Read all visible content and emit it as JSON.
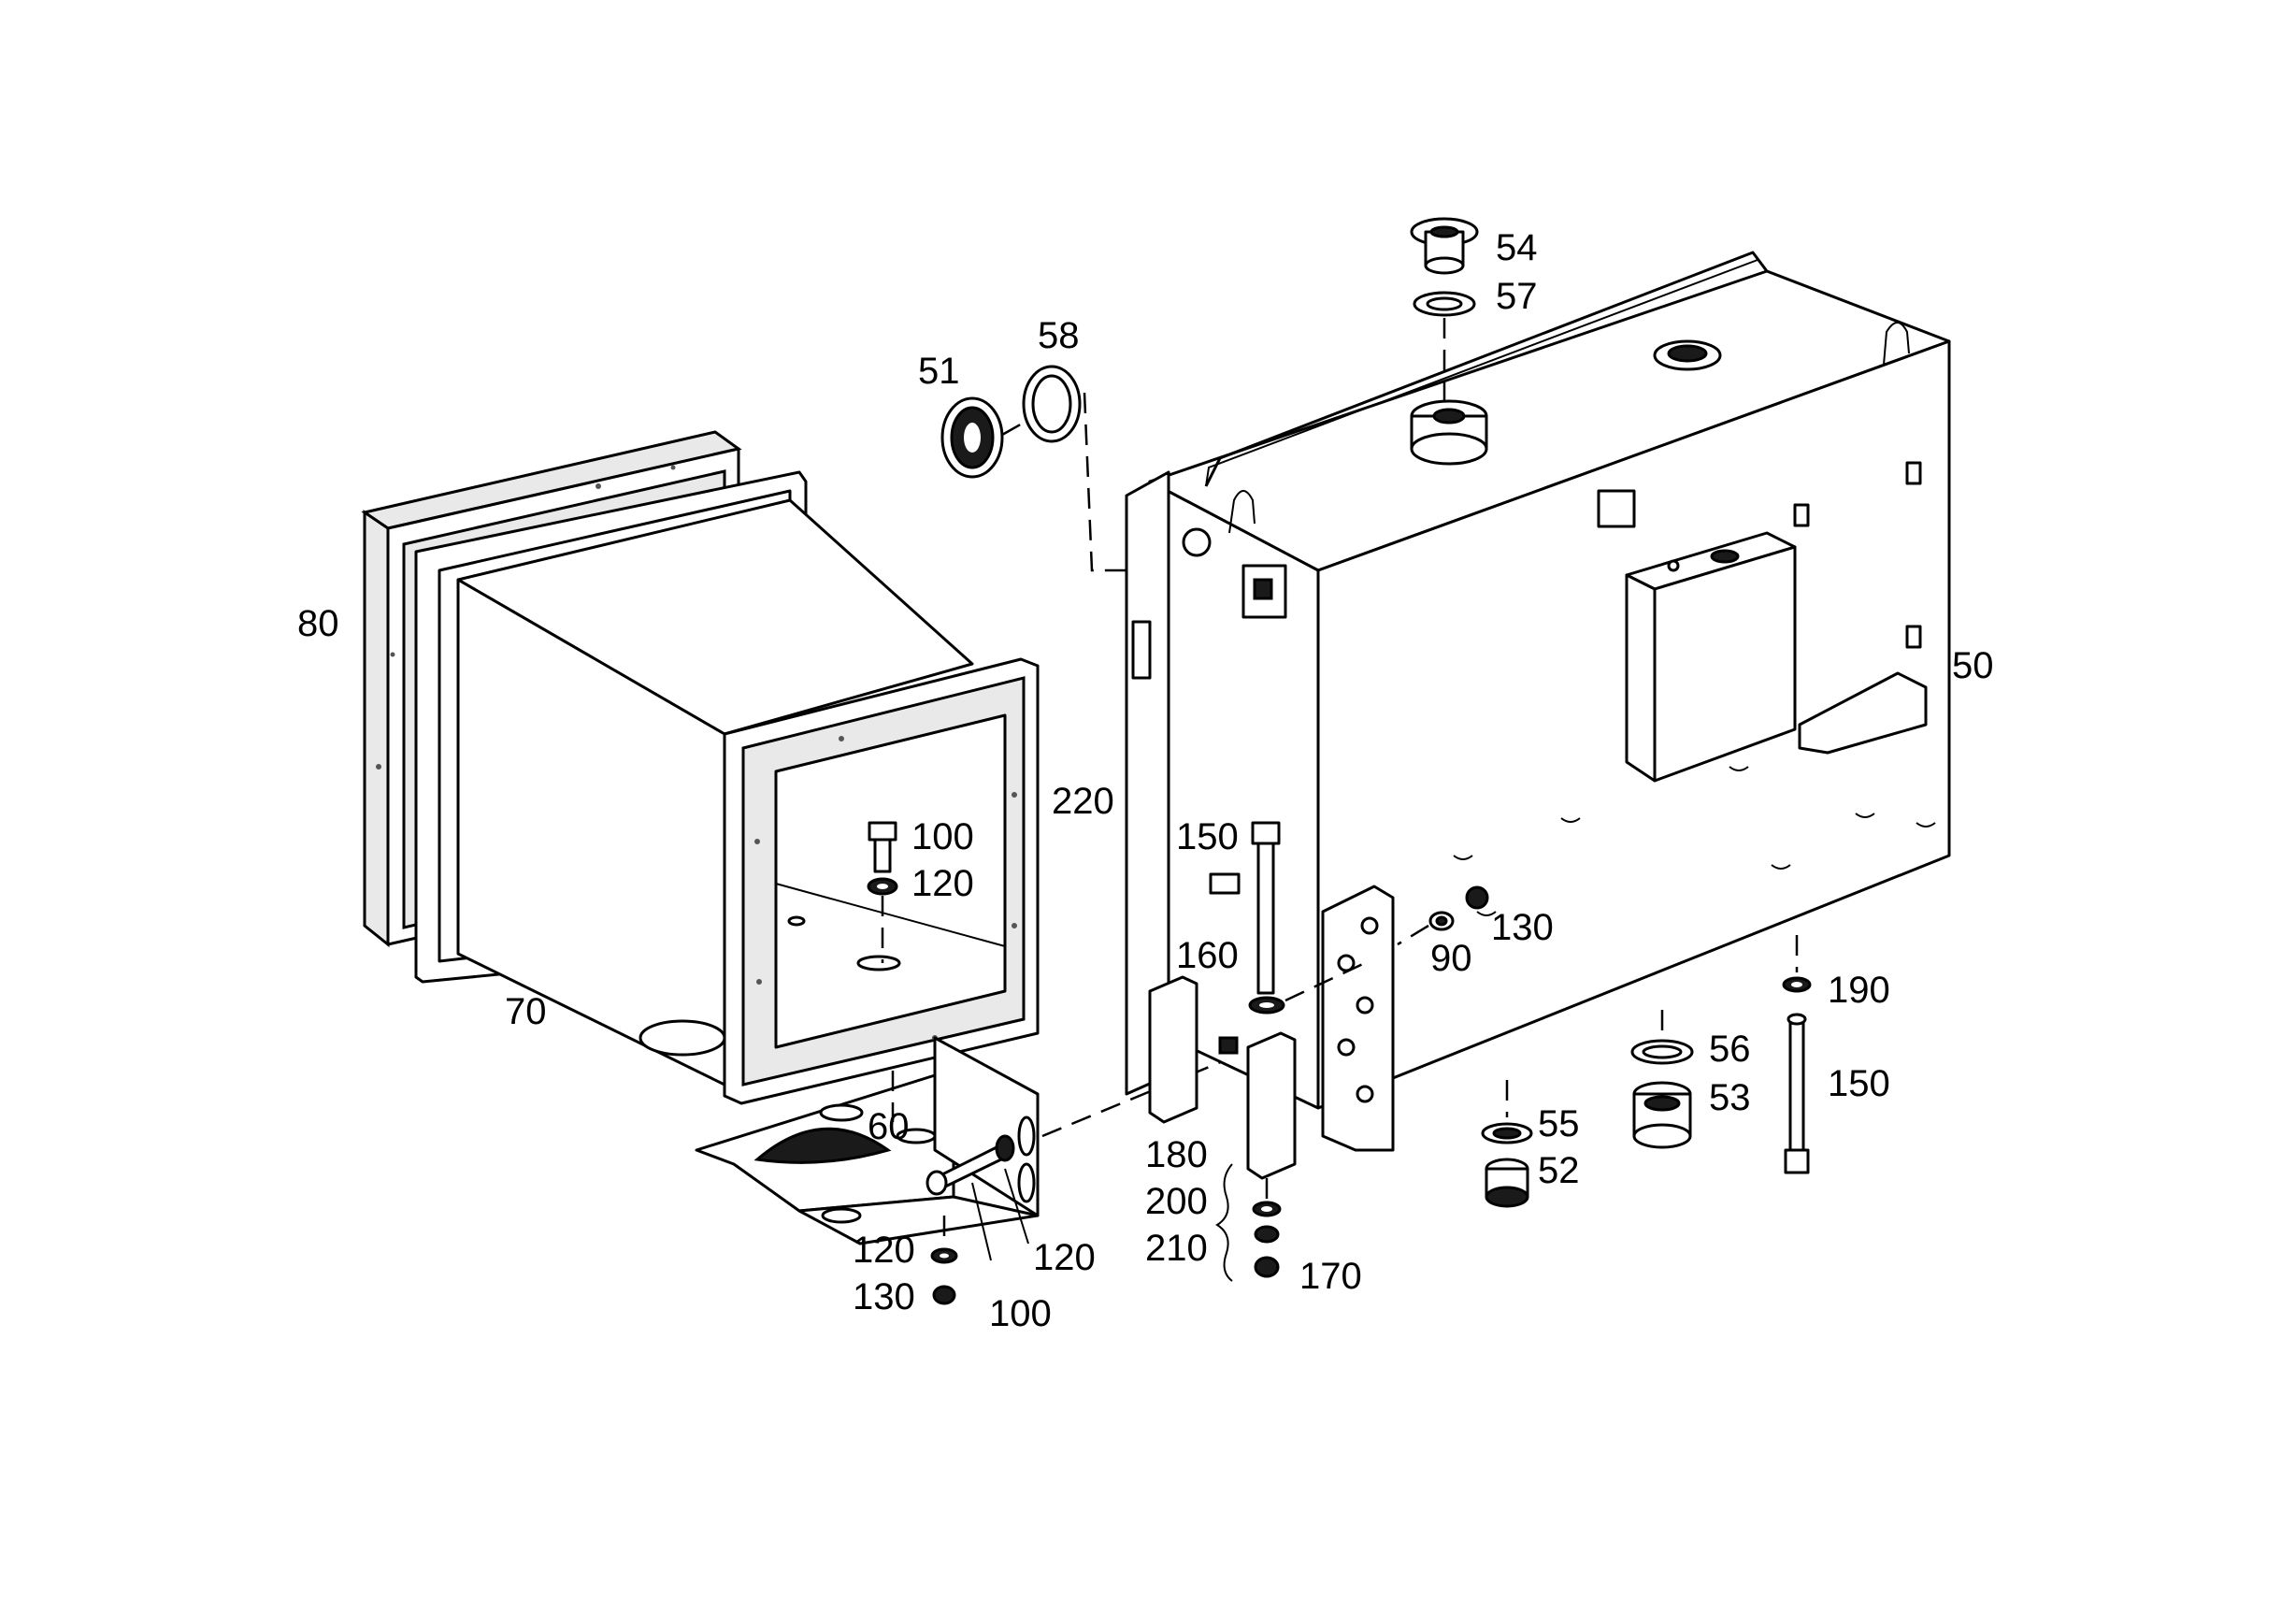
{
  "colors": {
    "line": "#000000",
    "background": "#ffffff",
    "foam": "#e9e9e9"
  },
  "callouts": {
    "p54": "54",
    "p57": "57",
    "p58": "58",
    "p51": "51",
    "p80": "80",
    "p50": "50",
    "p220": "220",
    "p150a": "150",
    "p100a": "100",
    "p120a": "120",
    "p130a": "130",
    "p90": "90",
    "p160": "160",
    "p190": "190",
    "p70": "70",
    "p56": "56",
    "p53": "53",
    "p150b": "150",
    "p60": "60",
    "p55": "55",
    "p180": "180",
    "p52": "52",
    "p200": "200",
    "p120b": "120",
    "p120c": "120",
    "p210": "210",
    "p170": "170",
    "p130b": "130",
    "p100b": "100"
  }
}
